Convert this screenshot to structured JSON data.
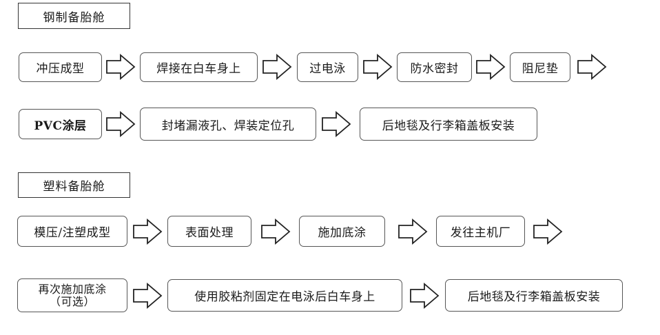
{
  "steel": {
    "title": "钢制备胎舱",
    "row1": [
      "冲压成型",
      "焊接在白车身上",
      "过电泳",
      "防水密封",
      "阻尼垫"
    ],
    "row2": [
      "PVC涂层",
      "封堵漏液孔、焊装定位孔",
      "后地毯及行李箱盖板安装"
    ]
  },
  "plastic": {
    "title": "塑料备胎舱",
    "row1": [
      "模压/注塑成型",
      "表面处理",
      "施加底涂",
      "发往主机厂"
    ],
    "row2_first_line1": "再次施加底涂",
    "row2_first_line2": "（可选）",
    "row2": [
      "使用胶粘剂固定在电泳后白车身上",
      "后地毯及行李箱盖板安装"
    ]
  },
  "colors": {
    "border": "#333333",
    "arrow_stroke": "#222222",
    "background": "#ffffff"
  },
  "icon": "hollow-right-arrow-icon"
}
